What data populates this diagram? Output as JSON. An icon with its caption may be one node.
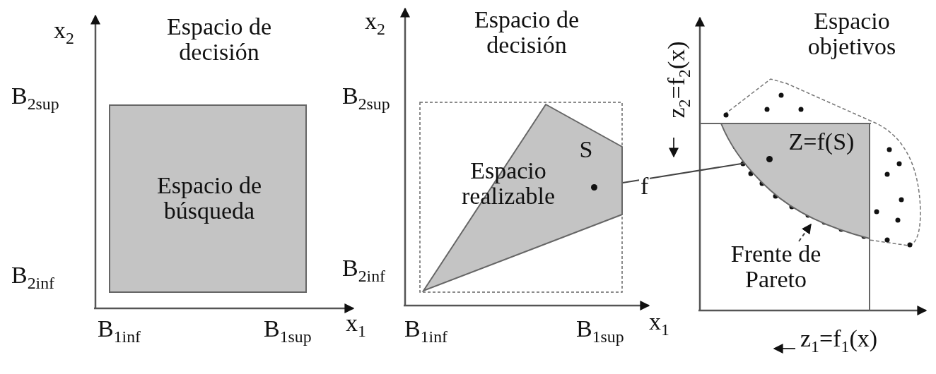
{
  "diagram": {
    "nodes": [
      {
        "text": [
          "Espacio de búsqueda"
        ]
      },
      {
        "text": [
          "S",
          "Espacio realizable"
        ]
      },
      {
        "text": [],
        "shape": "circle",
        "in": 1
      },
      {
        "text": [
          "Z=f(S)"
        ]
      },
      {
        "text": [],
        "shape": "circle",
        "in": 3
      },
      {
        "text": [
          "Frente de Pareto"
        ]
      }
    ],
    "edges": [
      {
        "from": 2,
        "to": 4,
        "arrow": "to",
        "label": "f"
      },
      {
        "from": 5,
        "to": null,
        "arrow": "to",
        "style": "dashed"
      }
    ],
    "labels": [
      "x$_{2}$",
      "Espacio de decisión",
      "B$_{2sup}$",
      "B$_{2inf}$",
      "B$_{1inf}$",
      "B$_{1sup}$",
      "x$_{1}$",
      "x$_{2}$",
      "Espacio de decisión",
      "B$_{2sup}$",
      "B$_{2inf}$",
      "B$_{1inf}$",
      "B$_{1sup}$",
      "x$_{1}$",
      "z$_{2}$=f$_{2}$(x)",
      "Espacio objetivos",
      "z$_{1}$=f$_{1}$(x)"
    ]
  }
}
